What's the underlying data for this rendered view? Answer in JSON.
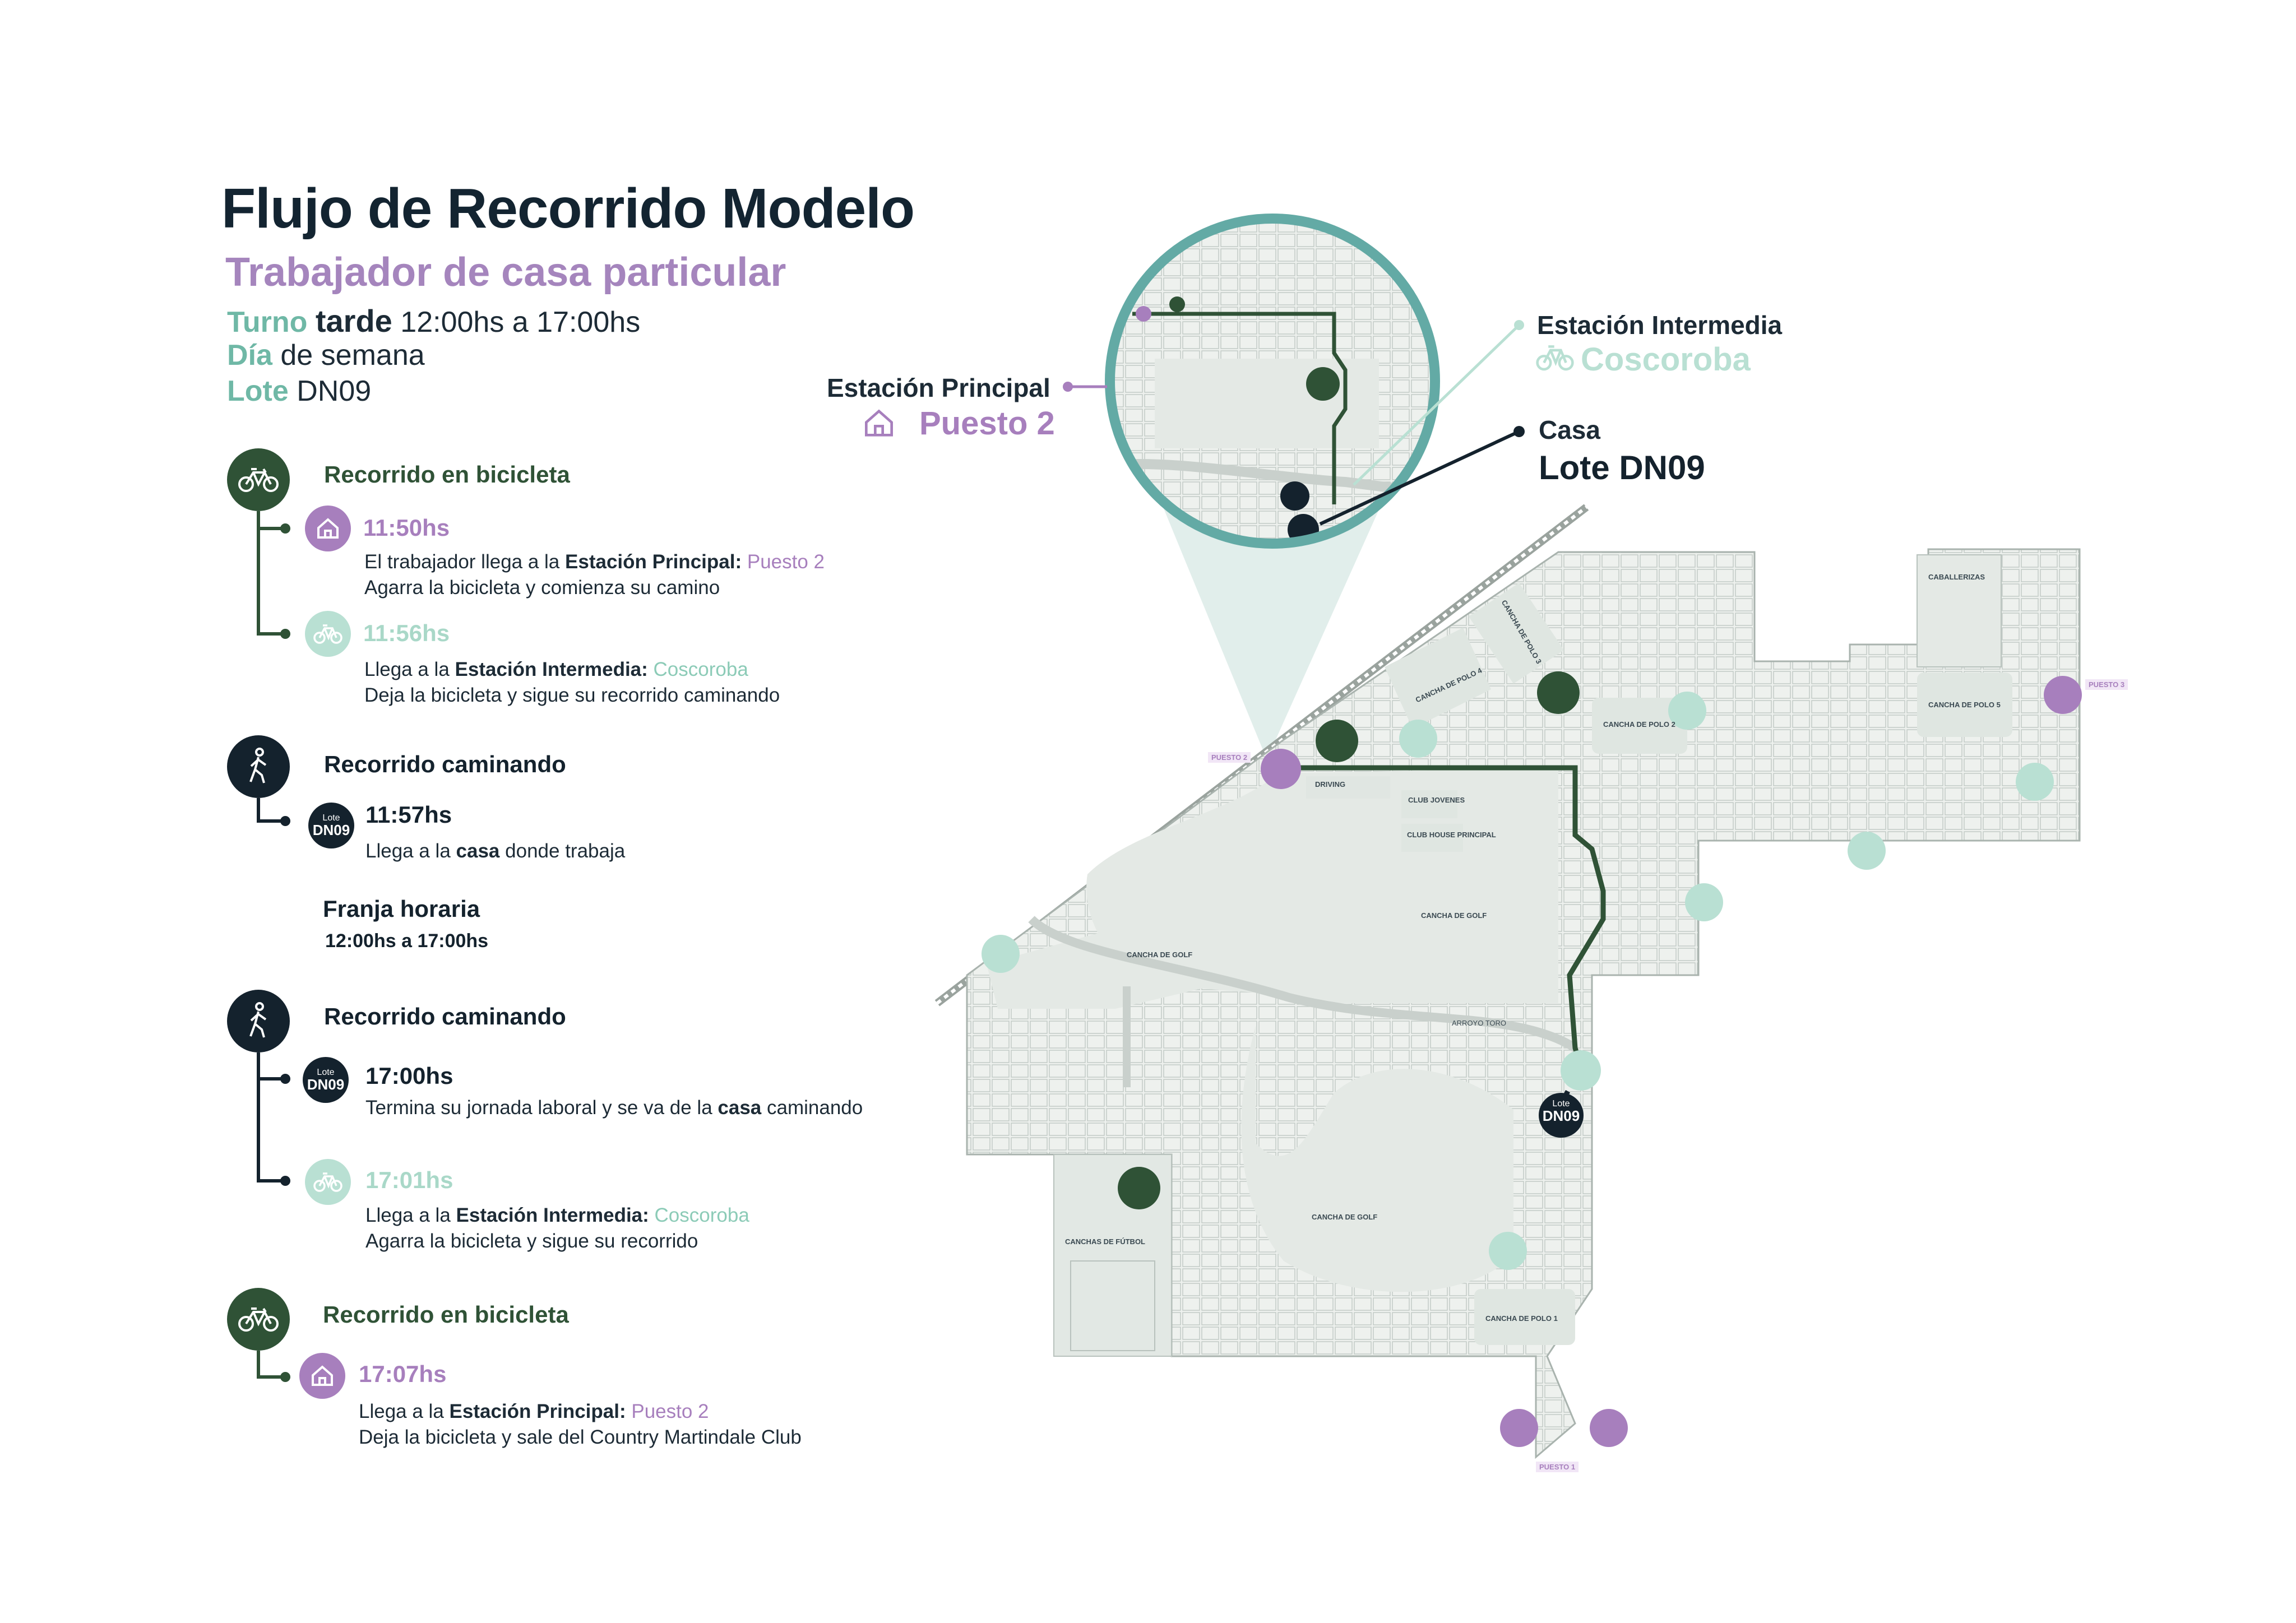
{
  "header": {
    "title": "Flujo de Recorrido Modelo",
    "subtitle": "Trabajador de casa particular",
    "shift_key": "Turno",
    "shift_value": "tarde",
    "shift_hours": "12:00hs a 17:00hs",
    "day_key": "Día",
    "day_value": "de semana",
    "lot_key": "Lote",
    "lot_value": "DN09"
  },
  "timeline": {
    "section1": {
      "title": "Recorrido en bicicleta",
      "step1": {
        "time": "11:50hs",
        "line1_pre": "El trabajador llega a la",
        "line1_bold": "Estación Principal:",
        "line1_hl": "Puesto 2",
        "line2": "Agarra la bicicleta y comienza su camino"
      },
      "step2": {
        "time": "11:56hs",
        "line1_pre": "Llega a la",
        "line1_bold": "Estación Intermedia:",
        "line1_hl": "Coscoroba",
        "line2": "Deja la bicicleta y sigue su recorrido caminando"
      }
    },
    "section2": {
      "title": "Recorrido caminando",
      "step1": {
        "badge_small": "Lote",
        "badge_large": "DN09",
        "time": "11:57hs",
        "line1_pre": "Llega a la",
        "line1_bold": "casa",
        "line1_post": "donde trabaja"
      }
    },
    "band": {
      "title": "Franja horaria",
      "hours": "12:00hs a 17:00hs"
    },
    "section3": {
      "title": "Recorrido caminando",
      "step1": {
        "badge_small": "Lote",
        "badge_large": "DN09",
        "time": "17:00hs",
        "line1_pre": "Termina su jornada laboral y se va de la",
        "line1_bold": "casa",
        "line1_post": "caminando"
      },
      "step2": {
        "time": "17:01hs",
        "line1_pre": "Llega a la",
        "line1_bold": "Estación Intermedia:",
        "line1_hl": "Coscoroba",
        "line2": "Agarra la bicicleta y sigue su recorrido"
      }
    },
    "section4": {
      "title": "Recorrido en bicicleta",
      "step1": {
        "time": "17:07hs",
        "line1_pre": "Llega a la",
        "line1_bold": "Estación Principal:",
        "line1_hl": "Puesto 2",
        "line2": "Deja la bicicleta y sale del Country Martindale Club"
      }
    }
  },
  "callouts": {
    "principal_label": "Estación Principal",
    "principal_value": "Puesto 2",
    "intermedia_label": "Estación Intermedia",
    "intermedia_value": "Coscoroba",
    "casa_label": "Casa",
    "casa_value": "Lote DN09"
  },
  "map": {
    "gates": {
      "puesto1": "PUESTO 1",
      "puesto2": "PUESTO 2",
      "puesto3": "PUESTO 3"
    },
    "areas": {
      "driving": "DRIVING",
      "club_jovenes": "CLUB JOVENES",
      "club_house": "CLUB HOUSE PRINCIPAL",
      "golf_center": "CANCHA DE GOLF",
      "golf_west": "CANCHA DE GOLF",
      "golf_south": "CANCHA DE GOLF",
      "polo4": "CANCHA DE POLO 4",
      "polo3": "CANCHA DE POLO 3",
      "polo2": "CANCHA DE POLO 2",
      "polo5": "CANCHA DE POLO 5",
      "polo1": "CANCHA DE POLO 1",
      "caballerizas": "CABALLERIZAS",
      "futbol": "CANCHAS DE FÚTBOL",
      "arroyo": "ARROYO TORO"
    },
    "lot_badge_small": "Lote",
    "lot_badge_large": "DN09"
  },
  "colors": {
    "navy": "#14222d",
    "green": "#2f5236",
    "purple": "#a77fbd",
    "mint": "#b9e0d3",
    "teal_ring": "#63aaa5",
    "map_fill": "#e9ede9",
    "map_line": "#bcc5c0"
  }
}
